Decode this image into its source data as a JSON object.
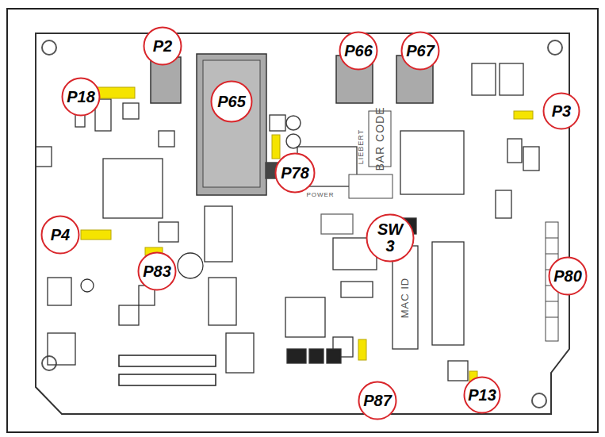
{
  "diagram": {
    "nodes": [
      {
        "text": [
          "P18"
        ]
      },
      {
        "text": [
          "P2"
        ]
      },
      {
        "text": [
          "P65"
        ]
      },
      {
        "text": [
          "P66"
        ]
      },
      {
        "text": [
          "P67"
        ]
      },
      {
        "text": [
          "P3"
        ]
      },
      {
        "text": [
          "P78"
        ]
      },
      {
        "text": [
          "P4"
        ]
      },
      {
        "text": [
          "P83"
        ]
      },
      {
        "text": [
          "SW 3"
        ]
      },
      {
        "text": [
          "P80"
        ]
      },
      {
        "text": [
          "P87"
        ]
      },
      {
        "text": [
          "P13"
        ]
      }
    ],
    "labels": [
      "BAR CODE",
      "LIEBERT",
      "MAC ID",
      "POWER"
    ]
  }
}
